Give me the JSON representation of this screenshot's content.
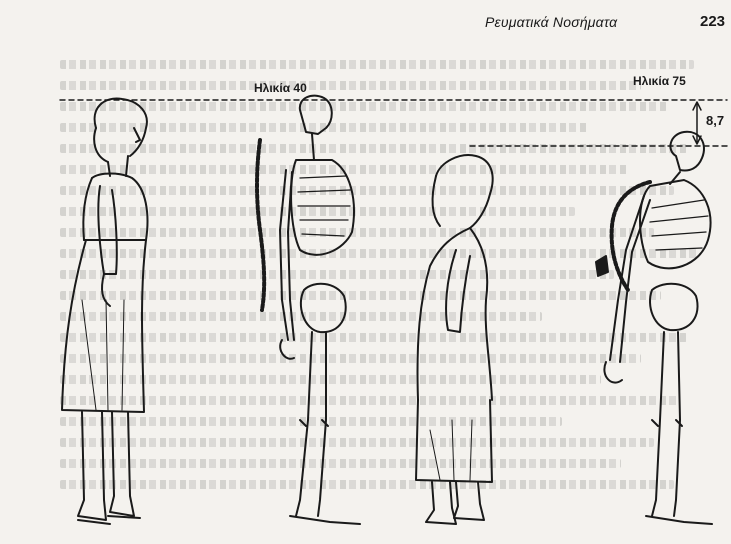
{
  "header": {
    "title": "Ρευματικά Νοσήματα",
    "page_number": "223"
  },
  "figure": {
    "labels": {
      "age_young": "Ηλικία 40",
      "age_old": "Ηλικία 75",
      "height_loss": "8,7"
    },
    "colors": {
      "ink": "#1a1a1a",
      "paper": "#f4f2ee",
      "bleed": "#b9b6b1"
    }
  }
}
